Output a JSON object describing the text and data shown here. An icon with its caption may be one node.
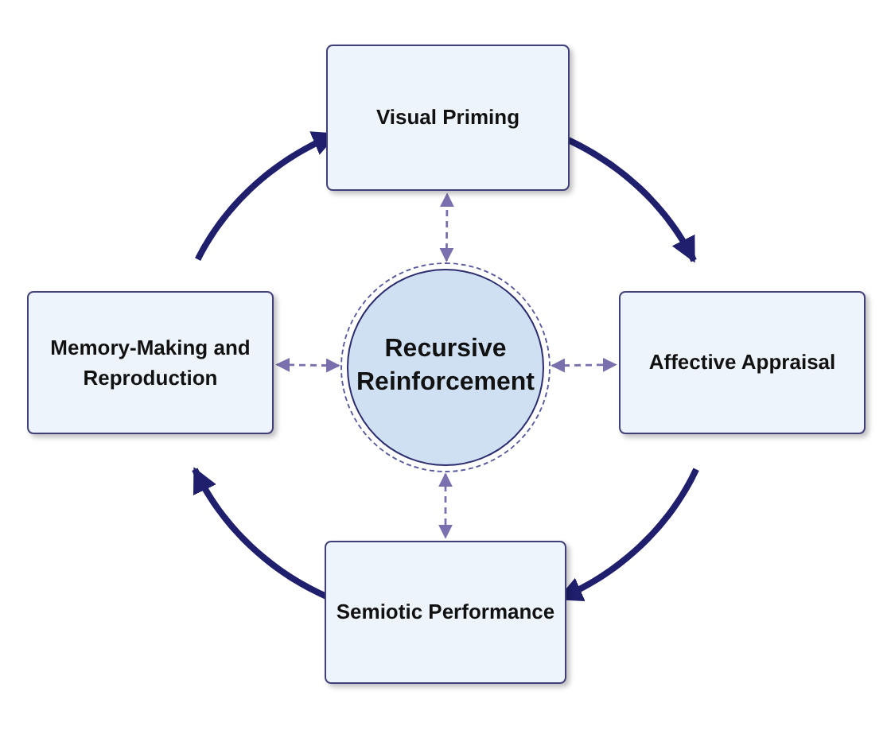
{
  "diagram": {
    "nodes": [
      {
        "text": [
          "Visual Priming"
        ]
      },
      {
        "text": [
          "Memory-Making and Reproduction"
        ]
      },
      {
        "text": [
          "Recursive Reinforcement"
        ]
      },
      {
        "text": [
          "Affective Appraisal"
        ]
      },
      {
        "text": [
          "Semiotic Performance"
        ]
      }
    ],
    "edges": [
      {
        "from": 0,
        "to": 3,
        "arrow": "to",
        "style": "thick"
      },
      {
        "from": 3,
        "to": 4,
        "arrow": "to",
        "style": "thick"
      },
      {
        "from": 4,
        "to": 1,
        "arrow": "to",
        "style": "thick"
      },
      {
        "from": 1,
        "to": 0,
        "arrow": "to",
        "style": "thick"
      },
      {
        "from": 2,
        "to": 0,
        "arrow": "both",
        "style": "dashed",
        "color": "#7a70ad"
      },
      {
        "from": 2,
        "to": 1,
        "arrow": "both",
        "style": "dashed",
        "color": "#7a70ad"
      },
      {
        "from": 2,
        "to": 3,
        "arrow": "both",
        "style": "dashed",
        "color": "#7a70ad"
      },
      {
        "from": 2,
        "to": 4,
        "arrow": "both",
        "style": "dashed",
        "color": "#7a70ad"
      }
    ]
  }
}
